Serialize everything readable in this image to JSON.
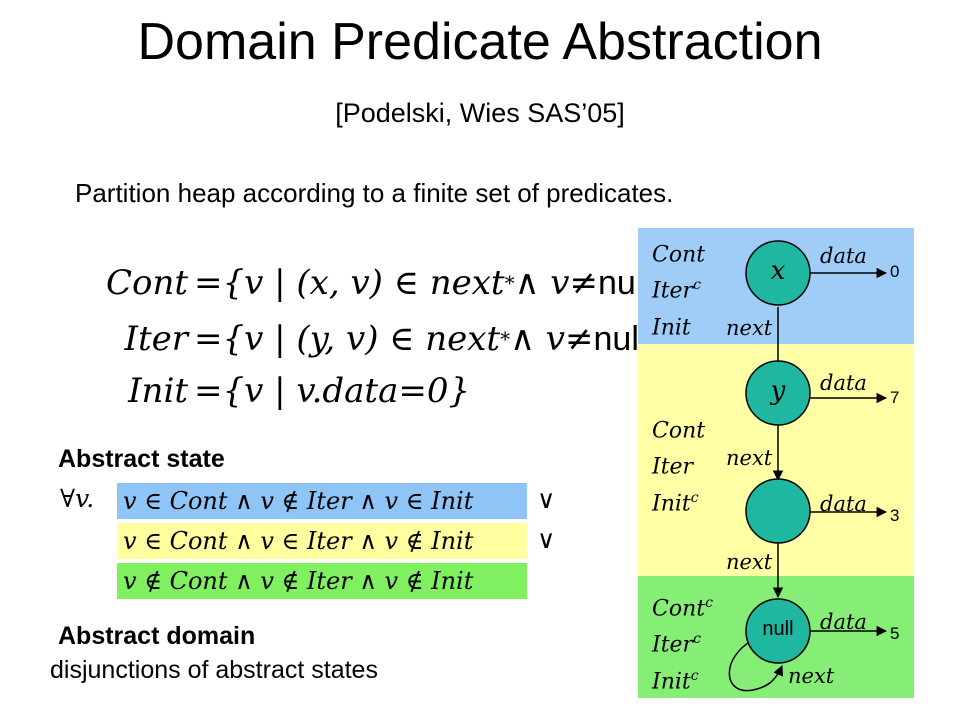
{
  "title": "Domain Predicate Abstraction",
  "citation": "[Podelski, Wies SAS’05]",
  "subtitle": "Partition heap according to a finite set of predicates.",
  "definitions": [
    {
      "name": "Cont",
      "eq": "=",
      "prefix": "{v | (x, v) ∈ next",
      "star": "*",
      "middle": " ∧ v≠",
      "null": "null",
      "suffix": "}"
    },
    {
      "name": "Iter",
      "eq": "=",
      "prefix": "{v | (y, v) ∈ next",
      "star": "*",
      "middle": " ∧ v≠",
      "null": "null",
      "suffix": "}"
    },
    {
      "name": "Init",
      "eq": "=",
      "prefix": "{v | v.data=0}",
      "star": "",
      "middle": "",
      "null": "",
      "suffix": ""
    }
  ],
  "abstract_state": {
    "label": "Abstract state",
    "forall": "∀v.",
    "rows": [
      {
        "text": "v ∈ Cont ∧ v ∉ Iter ∧ v ∈ Init",
        "color": "#8fc4f6",
        "disj": "∨"
      },
      {
        "text": "v ∈ Cont ∧ v ∈ Iter ∧ v ∉ Init",
        "color": "#ffffa0",
        "disj": "∨"
      },
      {
        "text": "v ∉ Cont ∧ v ∉ Iter ∧ v ∉ Init",
        "color": "#80f060",
        "disj": ""
      }
    ]
  },
  "abstract_domain": {
    "label": "Abstract domain",
    "description": "disjunctions of abstract states"
  },
  "heap_diagram": {
    "colors": {
      "blue": "#9fcdf8",
      "yellow": "#ffffa5",
      "green": "#86ee77",
      "node": "#1fb79f"
    },
    "bands": [
      {
        "lines": [
          {
            "base": "Cont",
            "sup": ""
          },
          {
            "base": "Iter",
            "sup": "c"
          },
          {
            "base": "Init",
            "sup": ""
          }
        ]
      },
      {
        "lines": [
          {
            "base": "Cont",
            "sup": ""
          },
          {
            "base": "Iter",
            "sup": ""
          },
          {
            "base": "Init",
            "sup": "c"
          }
        ]
      },
      {
        "lines": [
          {
            "base": "Cont",
            "sup": "c"
          },
          {
            "base": "Iter",
            "sup": "c"
          },
          {
            "base": "Init",
            "sup": "c"
          }
        ]
      }
    ],
    "nodes": [
      {
        "label": "x",
        "data_value": "0"
      },
      {
        "label": "y",
        "data_value": "7"
      },
      {
        "label": "",
        "data_value": "3"
      },
      {
        "label": "null",
        "data_value": "5"
      }
    ],
    "data_edge_label": "data",
    "next_edge_label": "next"
  }
}
